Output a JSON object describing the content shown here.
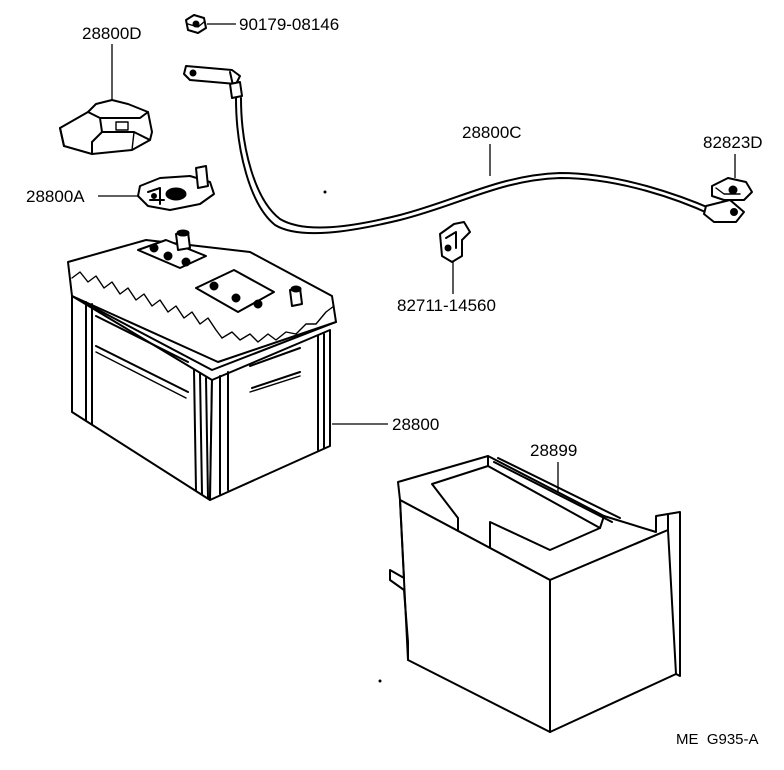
{
  "parts": [
    {
      "id": "p90179",
      "number": "90179-08146"
    },
    {
      "id": "p28800D",
      "number": "28800D"
    },
    {
      "id": "p28800C",
      "number": "28800C"
    },
    {
      "id": "p82823D",
      "number": "82823D"
    },
    {
      "id": "p28800A",
      "number": "28800A"
    },
    {
      "id": "p82711",
      "number": "82711-14560"
    },
    {
      "id": "p28800",
      "number": "28800"
    },
    {
      "id": "p28899",
      "number": "28899"
    }
  ],
  "footer": {
    "code": "ME  G935-A"
  }
}
